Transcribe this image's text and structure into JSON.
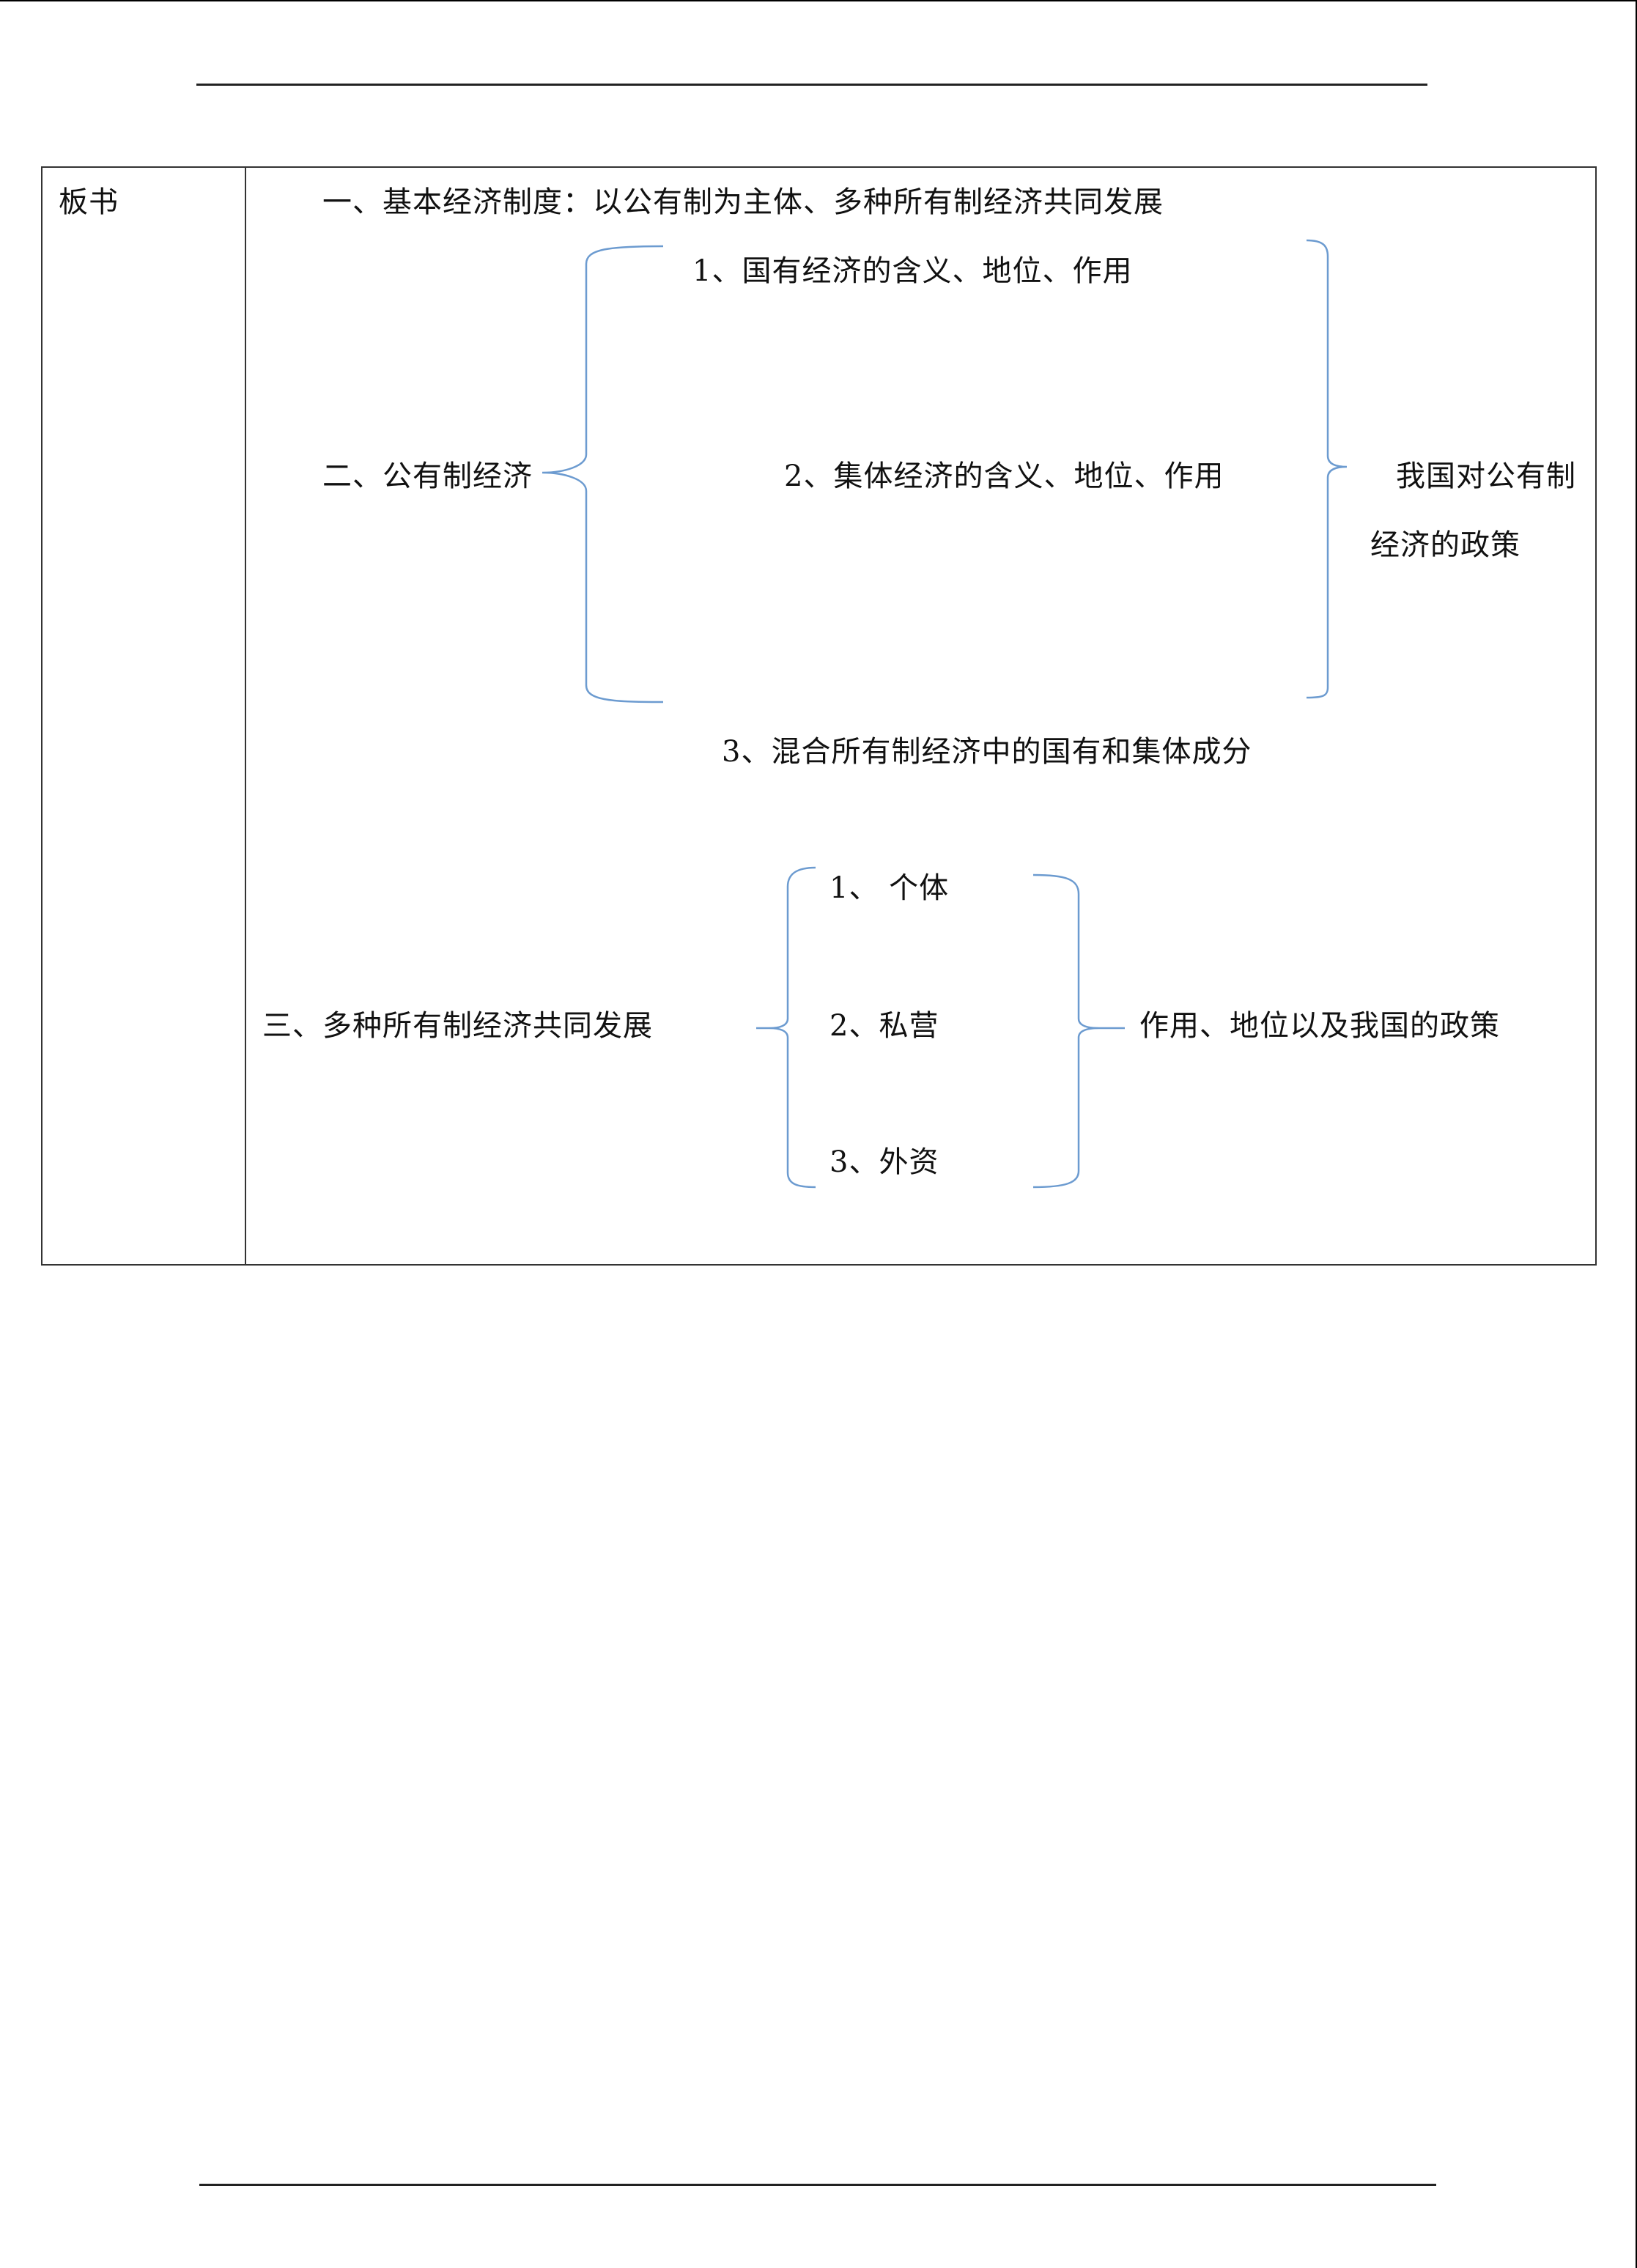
{
  "board": {
    "label": "板书",
    "section1": "一、基本经济制度：以公有制为主体、多种所有制经济共同发展",
    "section2": {
      "title": "二、公有制经济",
      "items": [
        "1、国有经济的含义、地位、作用",
        "2、集体经济的含义、地位、作用",
        "3、混合所有制经济中的国有和集体成分"
      ],
      "policy_line1": "我国对公有制",
      "policy_line2": "经济的政策"
    },
    "section3": {
      "title": "三、多种所有制经济共同发展",
      "items": [
        "1、 个体",
        "2、私营",
        "3、外资"
      ],
      "summary": "作用、地位以及我国的政策"
    }
  },
  "colors": {
    "brace": "#6c9bd0",
    "rule": "#222222",
    "text": "#111111"
  }
}
